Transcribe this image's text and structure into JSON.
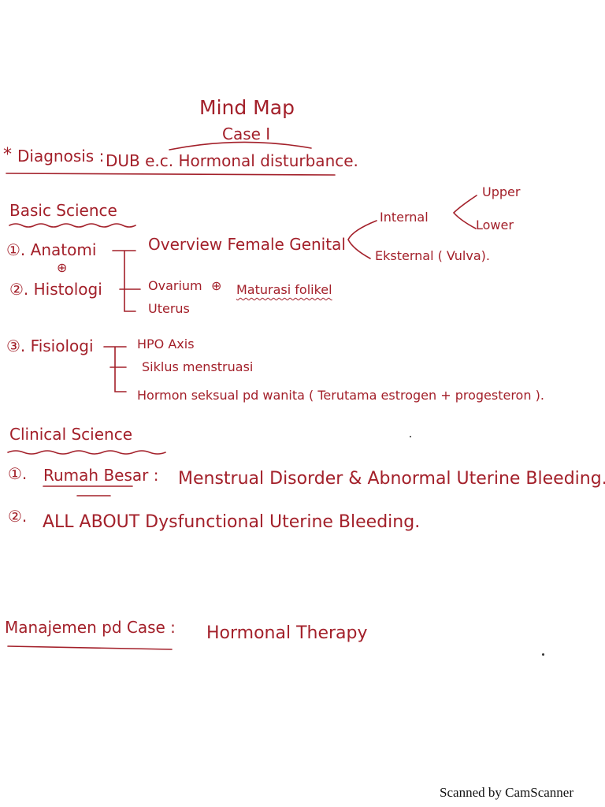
{
  "title": {
    "line1": "Mind Map",
    "line2": "Case I"
  },
  "diagnosis": {
    "marker": "*",
    "label": "Diagnosis :",
    "value": "DUB e.c. Hormonal disturbance."
  },
  "basic_science": {
    "heading": "Basic Science",
    "items": {
      "anatomi": "①. Anatomi",
      "plus": "⊕",
      "histologi": "②. Histologi",
      "overview": "Overview Female Genital",
      "internal": "Internal",
      "upper": "Upper",
      "lower": "Lower",
      "eksternal": "Eksternal ( Vulva).",
      "ovarium": "Ovarium",
      "ovarium_plus": "⊕",
      "maturasi": "Maturasi folikel",
      "uterus": "Uterus"
    },
    "fisiologi": {
      "label": "③. Fisiologi",
      "hpo": "HPO Axis",
      "siklus": "Siklus menstruasi",
      "hormon": "Hormon seksual pd wanita ( Terutama estrogen + progesteron )."
    }
  },
  "clinical_science": {
    "heading": "Clinical Science",
    "item1_num": "①.",
    "item1_label": "Rumah Besar :",
    "item1_value": "Menstrual Disorder & Abnormal Uterine Bleeding.",
    "item2_num": "②.",
    "item2_value": "ALL ABOUT Dysfunctional Uterine Bleeding."
  },
  "manajemen": {
    "label": "Manajemen pd Case :",
    "value": "Hormonal Therapy"
  },
  "footer": {
    "scanned": "Scanned by CamScanner"
  },
  "colors": {
    "ink": "#a3202a",
    "footer_text": "#111111",
    "background": "#ffffff"
  }
}
